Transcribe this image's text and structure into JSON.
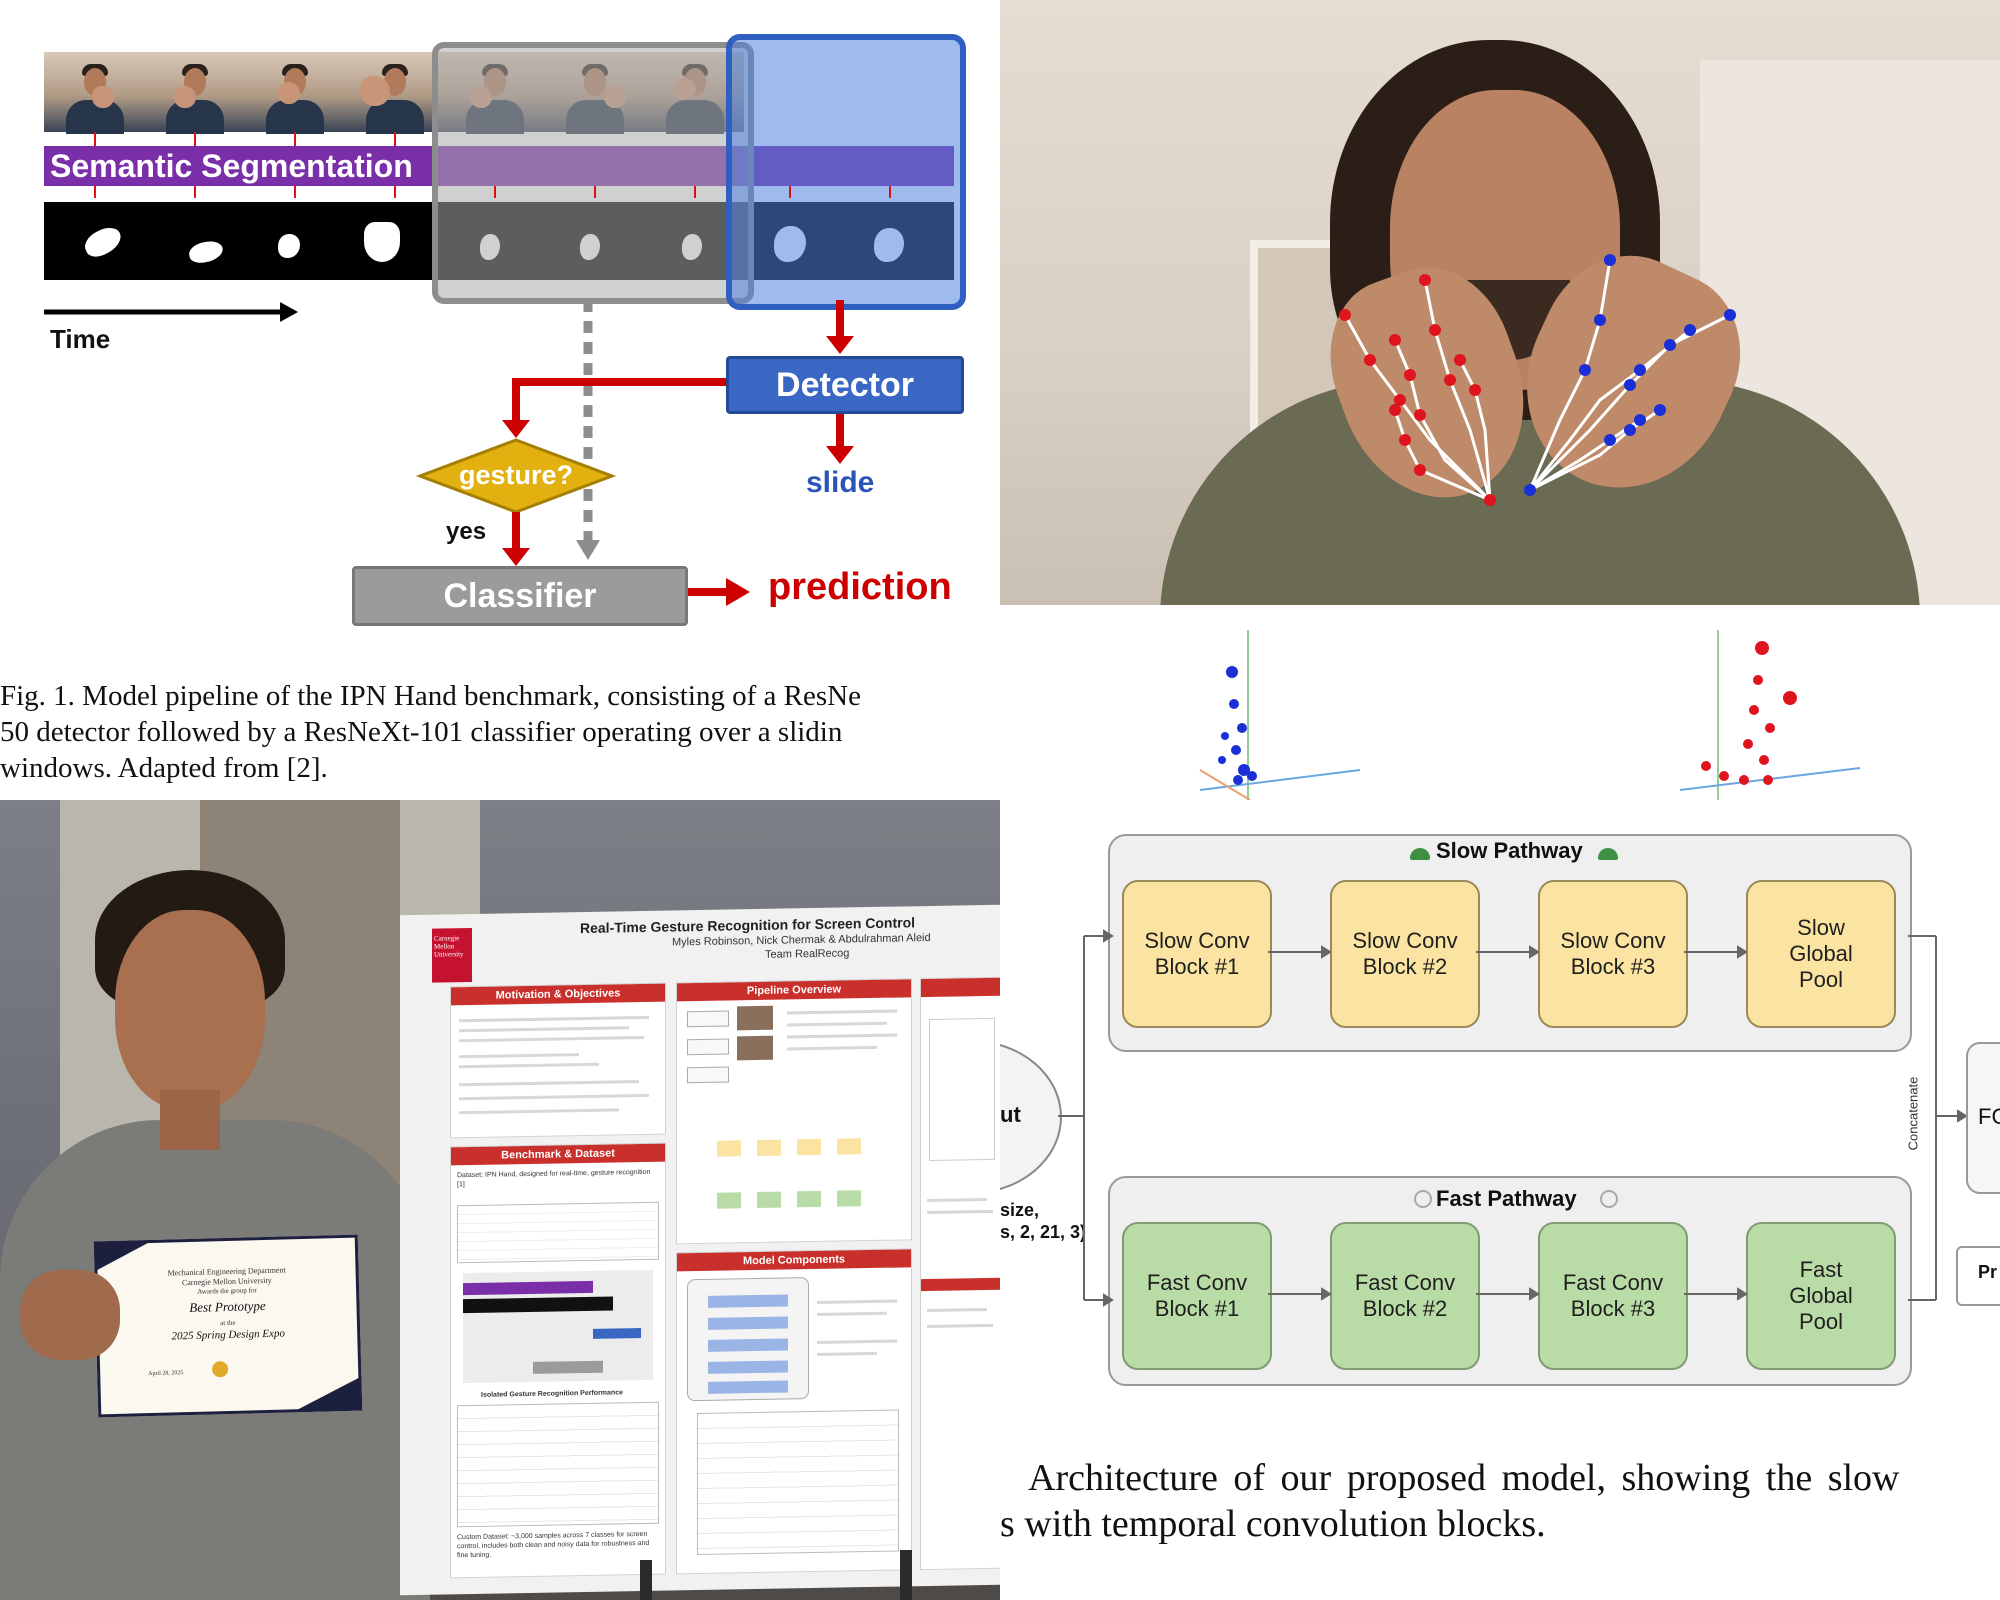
{
  "pipeline": {
    "seg_label": "Semantic Segmentation",
    "time_label": "Time",
    "detector_label": "Detector",
    "slide_label": "slide",
    "gesture_label": "gesture?",
    "yes_label": "yes",
    "classifier_label": "Classifier",
    "prediction_label": "prediction",
    "colors": {
      "purple": "#7a2fa8",
      "blue": "#3a67c4",
      "red": "#cc0000",
      "gold": "#e2b10f",
      "gray": "#9b9b9b"
    }
  },
  "fig1_caption": {
    "line1": "Fig. 1.  Model pipeline of the IPN Hand benchmark, consisting of a ResNe",
    "line2": "50 detector followed by a ResNeXt-101 classifier operating over a slidin",
    "line3": "windows. Adapted from [2]."
  },
  "poster": {
    "title": "Real-Time Gesture Recognition for Screen Control",
    "authors": "Myles Robinson, Nick Chermak & Abdulrahman Aleid",
    "team": "Team RealRecog",
    "logo": "Carnegie Mellon University",
    "sections": {
      "motivation": "Motivation & Objectives",
      "benchmark": "Benchmark & Dataset",
      "pipeline": "Pipeline Overview",
      "components": "Model Components"
    },
    "dataset_line": "Dataset: IPN Hand, designed for real-time, gesture recognition [1]",
    "table_title": "Isolated Gesture Recognition Performance",
    "custom_dataset": "Custom Dataset: ~3,000 samples across 7 classes for screen control, includes both clean and noisy data for robustness and fine tuning."
  },
  "certificate": {
    "dept": "Mechanical Engineering Department",
    "university": "Carnegie Mellon University",
    "awards": "Awards the group for",
    "award": "Best Prototype",
    "at": "at the",
    "event": "2025 Spring Design Expo",
    "date": "April 28, 2025"
  },
  "architecture": {
    "slow_title": "Slow Pathway",
    "fast_title": "Fast Pathway",
    "slow_blocks": [
      "Slow Conv\nBlock #1",
      "Slow Conv\nBlock #2",
      "Slow Conv\nBlock #3",
      "Slow\nGlobal\nPool"
    ],
    "fast_blocks": [
      "Fast Conv\nBlock #1",
      "Fast Conv\nBlock #2",
      "Fast Conv\nBlock #3",
      "Fast\nGlobal\nPool"
    ],
    "input_partial": "ut",
    "size_partial_1": "size,",
    "size_partial_2": "s, 2, 21, 3)",
    "concatenate": "Concatenate",
    "fc_partial": "FC",
    "pr_partial": "Pr",
    "caption_line1": "Architecture of our proposed model, showing the slow",
    "caption_line2": "s with temporal convolution blocks."
  }
}
